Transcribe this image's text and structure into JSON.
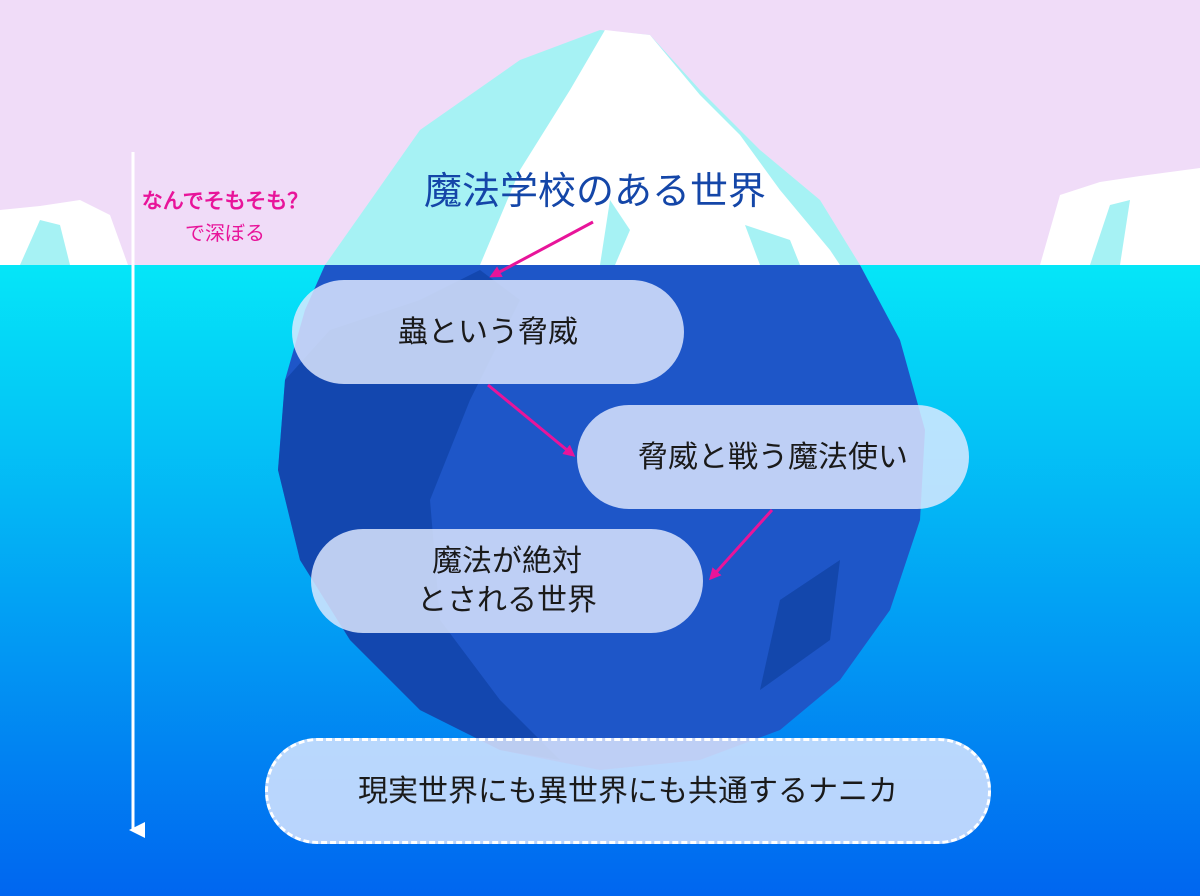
{
  "colors": {
    "sky": "#f0dcf8",
    "water_top": "#05e6f8",
    "water_bottom": "#0066f0",
    "ice_light": "#a6f2f4",
    "ice_white": "#ffffff",
    "iceberg_body": "#1e56c8",
    "iceberg_dark": "#0b3d9a",
    "arrow_magenta": "#e8149a",
    "title_blue": "#1446a8",
    "pill_fill": "#e2eaff"
  },
  "side_note": {
    "line1": "なんでそもそも？",
    "line2": "で深ぼる"
  },
  "top_label": "魔法学校のある世界",
  "layers": [
    {
      "id": "layer-1",
      "text": "蟲という脅威"
    },
    {
      "id": "layer-2",
      "text": "脅威と戦う魔法使い"
    },
    {
      "id": "layer-3",
      "text": "魔法が絶対\nとされる世界"
    }
  ],
  "bottom_label": "現実世界にも異世界にも共通するナニカ"
}
